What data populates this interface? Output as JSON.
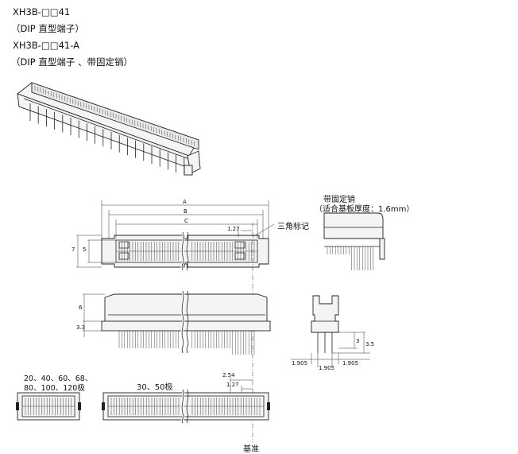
{
  "header": {
    "model_1": "XH3B-□□41",
    "type_1": "（DIP 直型端子）",
    "model_2": "XH3B-□□41-A",
    "type_2": "（DIP 直型端子 、带固定销）"
  },
  "dims": {
    "a": "A",
    "b": "B",
    "c": "C",
    "pitch_top": "1.27",
    "h7": "7",
    "h5": "5",
    "h6": "6",
    "h33": "3.3",
    "pitch_254": "2.54",
    "pitch_127b": "1.27",
    "side_3": "3",
    "side_35": "3.5",
    "side_1905a": "1.905",
    "side_1905b": "1.905",
    "side_1905c": "1.905"
  },
  "labels": {
    "triangle_mark": "三角标记",
    "fixed_pin": "带固定销",
    "board_thickness": "（适合基板厚度：1.6mm）",
    "poles_small": "20、40、60、68、",
    "poles_small_2": "80、100、120极",
    "poles_large": "30、50极",
    "datum": "基准"
  }
}
